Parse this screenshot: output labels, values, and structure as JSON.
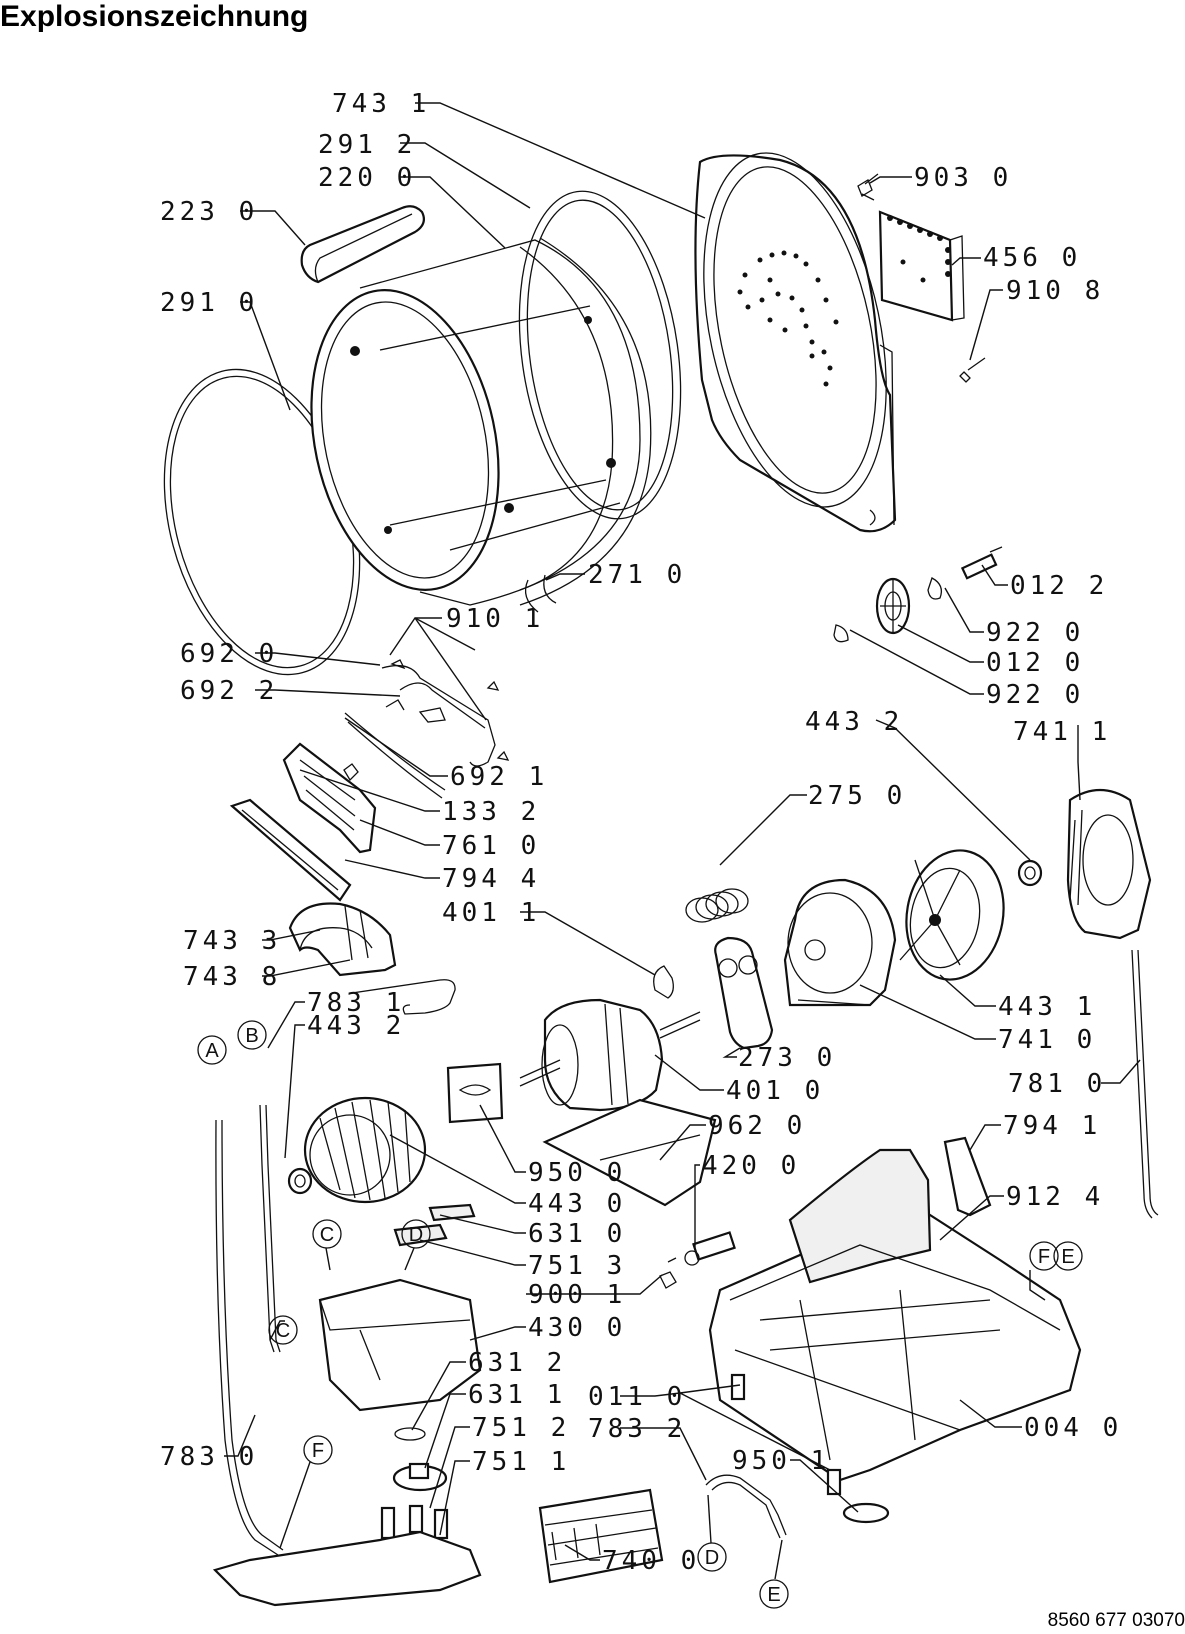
{
  "title": "Explosionszeichnung",
  "doc_number": "8560 677 03070",
  "part_labels": [
    "743 1",
    "291 2",
    "220 0",
    "223 0",
    "291 0",
    "903 0",
    "456 0",
    "910 8",
    "271 0",
    "012 2",
    "910 1",
    "692 0",
    "922 0",
    "692 2",
    "012 0",
    "922 0",
    "443 2",
    "741 1",
    "692 1",
    "133 2",
    "275 0",
    "761 0",
    "794 4",
    "401 1",
    "743 3",
    "743 8",
    "443 1",
    "783 1",
    "443 2",
    "741 0",
    "273 0",
    "781 0",
    "401 0",
    "962 0",
    "794 1",
    "950 0",
    "420 0",
    "443 0",
    "912 4",
    "631 0",
    "751 3",
    "900 1",
    "430 0",
    "004 0",
    "631 2",
    "631 1",
    "011 0",
    "751 2",
    "783 2",
    "950 1",
    "783 0",
    "751 1",
    "740 0"
  ],
  "connector_letters": [
    "A",
    "B",
    "C",
    "D",
    "C",
    "F",
    "E",
    "F",
    "D",
    "E"
  ]
}
